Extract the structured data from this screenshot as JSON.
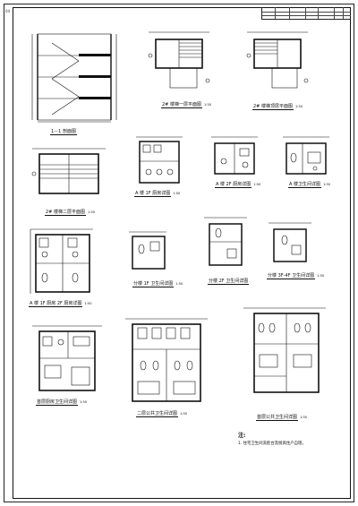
{
  "binding_mark": "04",
  "title_block": {
    "cells": [
      "",
      "",
      "",
      "",
      "",
      "",
      "",
      "",
      "",
      "",
      "",
      ""
    ]
  },
  "drawings": [
    {
      "id": "stair-section",
      "title": "1－1 剖面图",
      "scale": ""
    },
    {
      "id": "stair-1f",
      "title": "2# 楼梯一层平面图",
      "scale": "1:50"
    },
    {
      "id": "stair-top",
      "title": "2# 楼梯顶层平面图",
      "scale": "1:50"
    },
    {
      "id": "stair-2f",
      "title": "2# 楼梯二层平面图",
      "scale": "1:50"
    },
    {
      "id": "kitchen-a",
      "title": "A 楼 1F 厨房详图",
      "scale": "1:50"
    },
    {
      "id": "kitchen-b",
      "title": "A 楼 2F 厨房详图",
      "scale": "1:50"
    },
    {
      "id": "toilet-a",
      "title": "A 楼卫生间详图",
      "scale": "1:50"
    },
    {
      "id": "kitchen-c",
      "title": "A 楼 1F 厨房 2F 厨房详图",
      "scale": "1:50"
    },
    {
      "id": "toilet-1f",
      "title": "分楼 1F 卫生间详图",
      "scale": "1:50"
    },
    {
      "id": "toilet-b",
      "title": "分楼 2F 卫生间详图",
      "scale": ""
    },
    {
      "id": "toilet-c",
      "title": "分楼 3F-4F 卫生间详图",
      "scale": "1:50"
    },
    {
      "id": "toilet-public1",
      "title": "首层厨房卫生间详图",
      "scale": "1:50"
    },
    {
      "id": "toilet-public2",
      "title": "二层公共卫生间详图",
      "scale": "1:50"
    },
    {
      "id": "toilet-public3",
      "title": "首层公共卫生间详图",
      "scale": "1:50"
    }
  ],
  "notes": {
    "title": "注:",
    "lines": [
      "1. 住宅卫生间洗脸台及厨具住户自理。"
    ]
  }
}
